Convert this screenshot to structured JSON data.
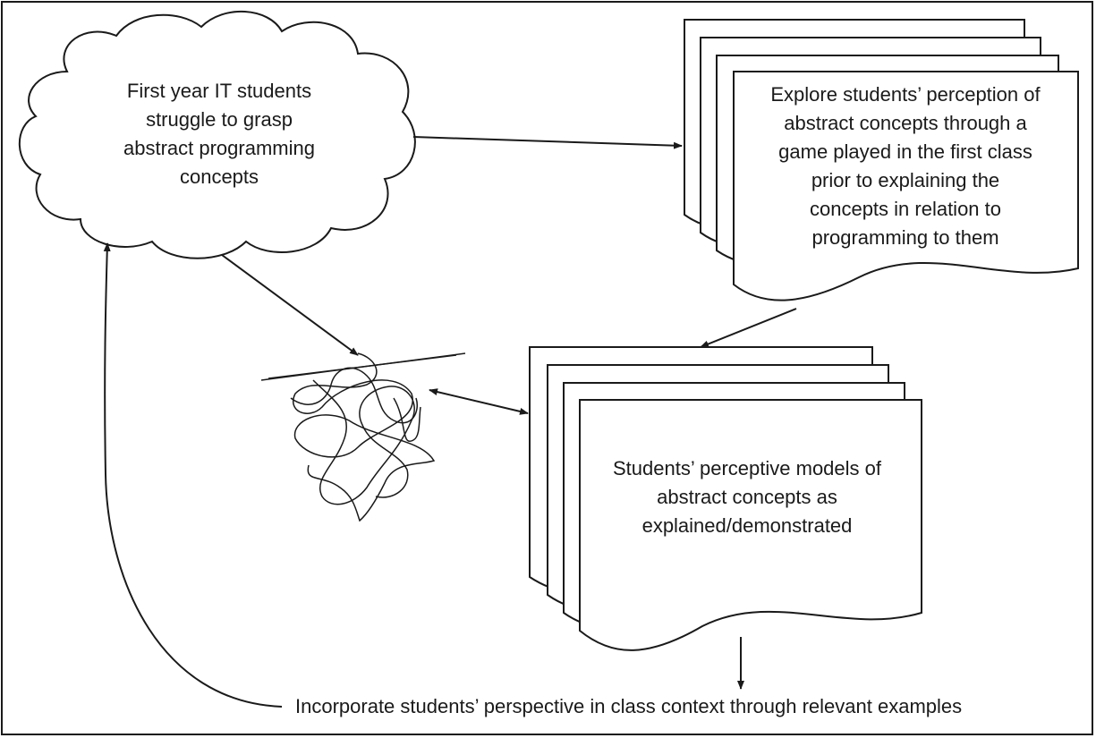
{
  "cloud": {
    "lines": [
      "First year IT students",
      "struggle to grasp",
      "abstract programming",
      "concepts"
    ]
  },
  "doc_top": {
    "lines": [
      "Explore students’ perception of",
      "abstract concepts through a",
      "game played in the first class",
      "prior to explaining the",
      "concepts in relation to",
      "programming to them"
    ]
  },
  "doc_bottom": {
    "lines": [
      "Students’ perceptive models of",
      "abstract concepts as",
      "explained/demonstrated"
    ]
  },
  "footer": {
    "text": "Incorporate students’ perspective in class context through relevant examples"
  },
  "colors": {
    "stroke": "#1a1a1a",
    "fill": "#ffffff",
    "text": "#1a1a1a"
  }
}
